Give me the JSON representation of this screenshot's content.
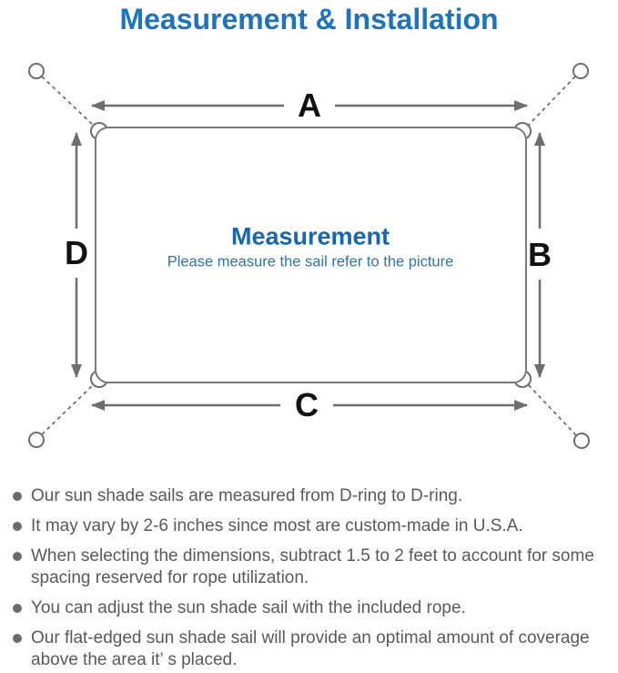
{
  "title": "Measurement & Installation",
  "colors": {
    "accent_blue": "#1b74bc",
    "center_heading_blue": "#1467b0",
    "center_sub_blue": "#2e74b5",
    "line_gray": "#6e6e6e",
    "rect_gray": "#7a7a7a",
    "text_gray": "#595959",
    "bullet_gray": "#6b6b6b",
    "label_black": "#111111"
  },
  "diagram": {
    "labels": {
      "top": "A",
      "right": "B",
      "bottom": "C",
      "left": "D"
    },
    "center": {
      "heading": "Measurement",
      "subtitle": "Please measure the sail refer to the picture"
    }
  },
  "notes": [
    {
      "text": "Our sun shade sails are measured from D-ring to D-ring."
    },
    {
      "text": "It may vary by 2-6 inches since most are custom-made in U.S.A."
    },
    {
      "text": "When selecting the dimensions, subtract 1.5 to 2 feet to account for some spacing reserved for rope utilization."
    },
    {
      "text": "You can adjust the sun shade sail with the included rope."
    },
    {
      "text": "Our flat-edged sun shade sail will provide an optimal amount of coverage above the area it’ s placed."
    }
  ]
}
